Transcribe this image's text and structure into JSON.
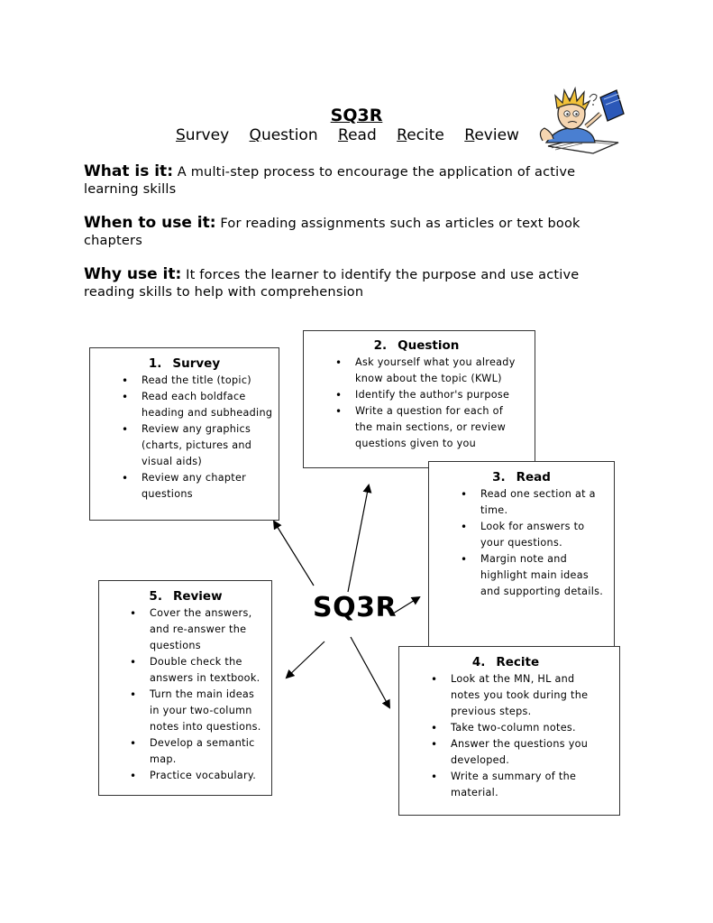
{
  "header": {
    "title": "SQ3R",
    "steps": [
      {
        "initial": "S",
        "rest": "urvey"
      },
      {
        "initial": "Q",
        "rest": "uestion"
      },
      {
        "initial": "R",
        "rest": "ead"
      },
      {
        "initial": "R",
        "rest": "ecite"
      },
      {
        "initial": "R",
        "rest": "eview"
      }
    ]
  },
  "intro": {
    "what": {
      "label": "What is it:",
      "text": " A  multi-step process to encourage the application of active learning skills"
    },
    "when": {
      "label": "When to use it:",
      "text": " For reading assignments such as articles or text book chapters"
    },
    "why": {
      "label": "Why use it:",
      "text": " It forces the learner to identify the purpose and use active reading skills to help with comprehension"
    }
  },
  "center_label": "SQ3R",
  "boxes": {
    "survey": {
      "num": "1.",
      "title": "Survey",
      "items": [
        "Read the title (topic)",
        "Read each boldface heading and subheading",
        "Review any graphics (charts, pictures and visual aids)",
        "Review any chapter questions"
      ]
    },
    "question": {
      "num": "2.",
      "title": "Question",
      "items": [
        "Ask yourself what you already know about the topic (KWL)",
        "Identify the author's purpose",
        "Write a question for each of the main sections, or review questions given to you"
      ]
    },
    "read": {
      "num": "3.",
      "title": "Read",
      "items": [
        "Read one section at a time.",
        "Look for answers to your questions.",
        "Margin note and highlight  main ideas and supporting details."
      ]
    },
    "recite": {
      "num": "4.",
      "title": "Recite",
      "items": [
        "Look at the MN, HL and notes you took during the previous steps.",
        "Take two-column notes.",
        "Answer the questions you developed.",
        "Write a summary of the material."
      ]
    },
    "review": {
      "num": "5.",
      "title": "Review",
      "items": [
        "Cover the answers, and re-answer the questions",
        "Double check the answers in textbook.",
        "Turn the main ideas in your two-column notes into questions.",
        "Develop a semantic map.",
        "Practice vocabulary."
      ]
    }
  }
}
